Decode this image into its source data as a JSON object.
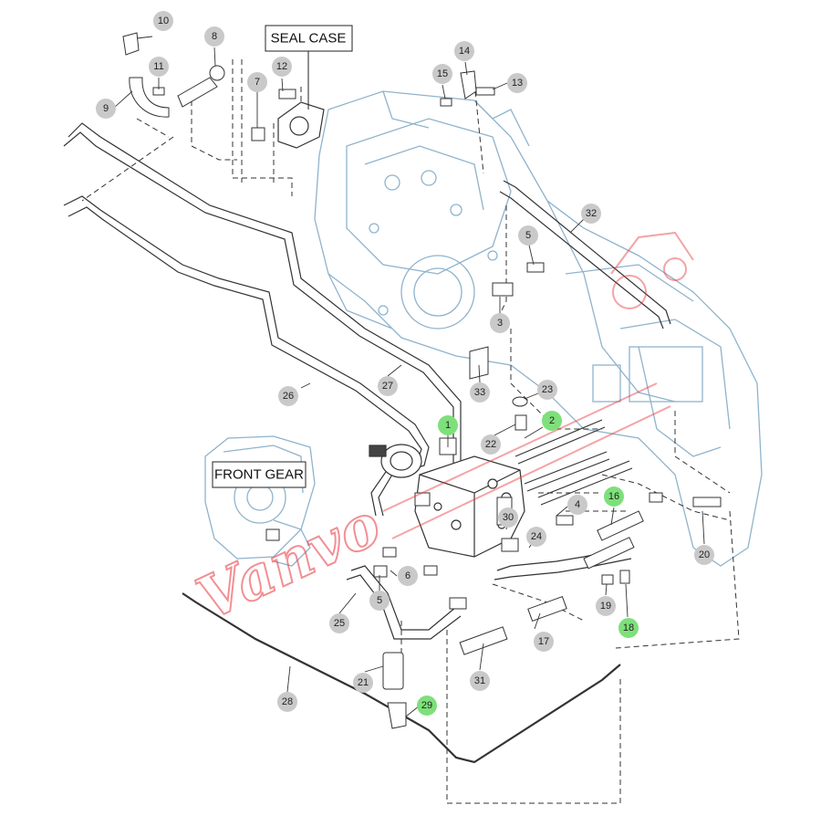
{
  "labels": {
    "seal_case": "SEAL CASE",
    "front_gear": "FRONT GEAR"
  },
  "callouts": {
    "c1": "1",
    "c2": "2",
    "c3": "3",
    "c4": "4",
    "c5a": "5",
    "c5b": "5",
    "c6": "6",
    "c7": "7",
    "c8": "8",
    "c9": "9",
    "c10": "10",
    "c11": "11",
    "c12": "12",
    "c13": "13",
    "c14": "14",
    "c15": "15",
    "c16": "16",
    "c17": "17",
    "c18": "18",
    "c19": "19",
    "c20": "20",
    "c21": "21",
    "c22": "22",
    "c23": "23",
    "c24": "24",
    "c25": "25",
    "c26": "26",
    "c27": "27",
    "c28": "28",
    "c29": "29",
    "c30": "30",
    "c31": "31",
    "c32": "32",
    "c33": "33"
  },
  "highlighted_callouts": [
    "1",
    "2",
    "16",
    "18",
    "29"
  ],
  "watermark": {
    "text": "Vanvo",
    "color": "#e8353b"
  },
  "colors": {
    "callout_fill": "#c9c9c9",
    "highlight_fill": "#7ee07a",
    "housing_stroke": "#8fb3cc",
    "line_stroke": "#333333"
  }
}
